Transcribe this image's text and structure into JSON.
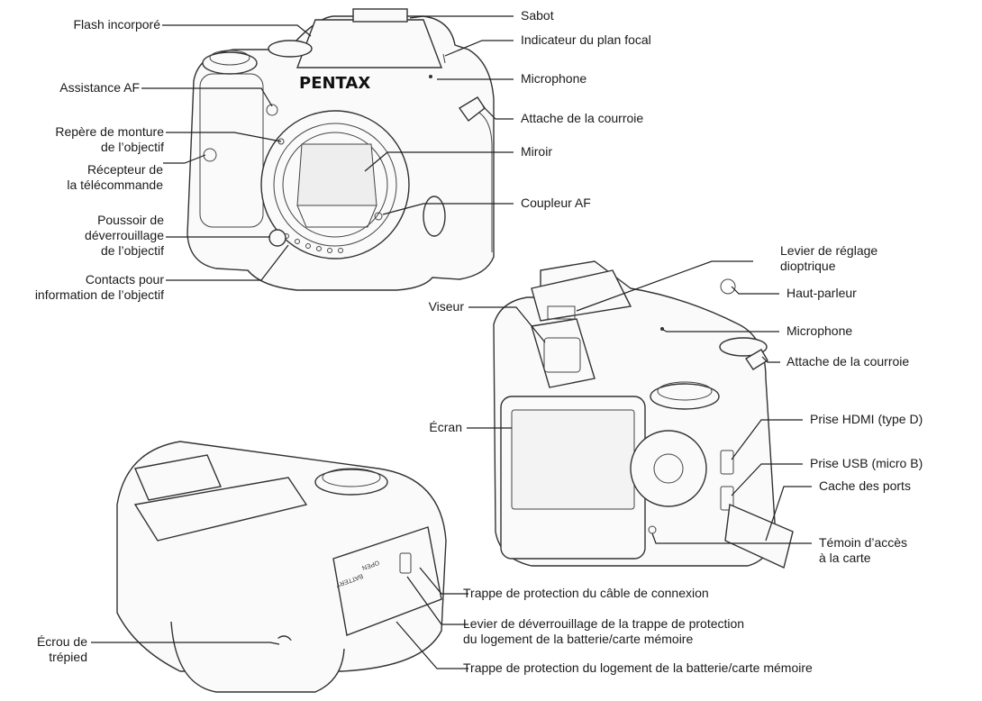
{
  "labels": {
    "flash": "Flash incorporé",
    "af_assist": "Assistance AF",
    "mount_index": "Repère de monture\nde l’objectif",
    "remote_receiver": "Récepteur de\nla télécommande",
    "lens_release": "Poussoir de\ndéverrouillage\nde l’objectif",
    "lens_contacts": "Contacts pour\ninformation de l’objectif",
    "hot_shoe": "Sabot",
    "focal_plane": "Indicateur du plan focal",
    "microphone_front": "Microphone",
    "strap_lug_front": "Attache de la courroie",
    "mirror": "Miroir",
    "af_coupler": "Coupleur AF",
    "diopter": "Levier de réglage\ndioptrique",
    "speaker": "Haut-parleur",
    "microphone_back": "Microphone",
    "viewfinder": "Viseur",
    "strap_lug_back": "Attache de la courroie",
    "hdmi": "Prise HDMI (type D)",
    "usb": "Prise USB (micro B)",
    "monitor": "Écran",
    "port_cover": "Cache des ports",
    "card_lamp": "Témoin d’accès\nà la carte",
    "tripod": "Écrou de\ntrépied",
    "cable_cover": "Trappe de protection du câble de connexion",
    "battery_lever": "Levier de déverrouillage de la trappe de protection\ndu logement de la batterie/carte mémoire",
    "battery_cover": "Trappe de protection du logement de la batterie/carte mémoire"
  },
  "printed": {
    "brand": "PENTAX",
    "battery_text": "BATTERY",
    "open_text": "OPEN"
  },
  "colors": {
    "line": "#222222",
    "body": "#fafafa"
  }
}
